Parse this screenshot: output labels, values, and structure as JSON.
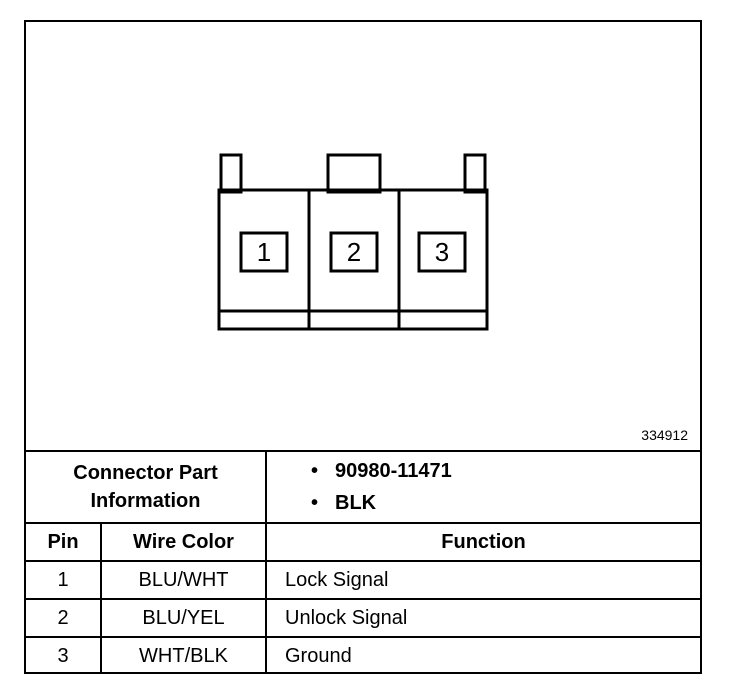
{
  "diagram": {
    "figure_id": "334912",
    "pins": [
      "1",
      "2",
      "3"
    ]
  },
  "connector_info": {
    "label_line1": "Connector Part",
    "label_line2": "Information",
    "part_number": "90980-11471",
    "color": "BLK",
    "bullet": "•"
  },
  "table": {
    "headers": {
      "pin": "Pin",
      "wire_color": "Wire Color",
      "function": "Function"
    },
    "rows": [
      {
        "pin": "1",
        "wire_color": "BLU/WHT",
        "function": "Lock Signal"
      },
      {
        "pin": "2",
        "wire_color": "BLU/YEL",
        "function": "Unlock Signal"
      },
      {
        "pin": "3",
        "wire_color": "WHT/BLK",
        "function": "Ground"
      }
    ]
  }
}
